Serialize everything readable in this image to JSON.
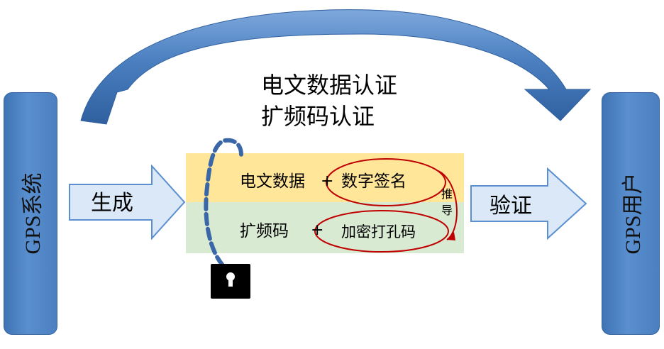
{
  "title_lines": [
    "电文数据认证",
    "扩频码认证"
  ],
  "left_pillar": "GPS系统",
  "right_pillar": "GPS用户",
  "left_arrow": "生成",
  "right_arrow": "验证",
  "rows": [
    {
      "left": "电文数据",
      "plus": "+",
      "right": "数字签名"
    },
    {
      "left": "扩频码",
      "plus": "+",
      "right": "加密打孔码"
    }
  ],
  "derive_label": [
    "推",
    "导"
  ],
  "colors": {
    "pillar": "#4a7fc0",
    "top_band": "#ffe699",
    "bottom_band": "#d9ead3",
    "ellipse": "#c00000",
    "arrow_fill": "#dae8f7",
    "arrow_stroke": "#5b8fd0",
    "curved_arrow": "#3f74b4",
    "lock": "#000000"
  },
  "icons": {
    "lock": "padlock-icon"
  }
}
